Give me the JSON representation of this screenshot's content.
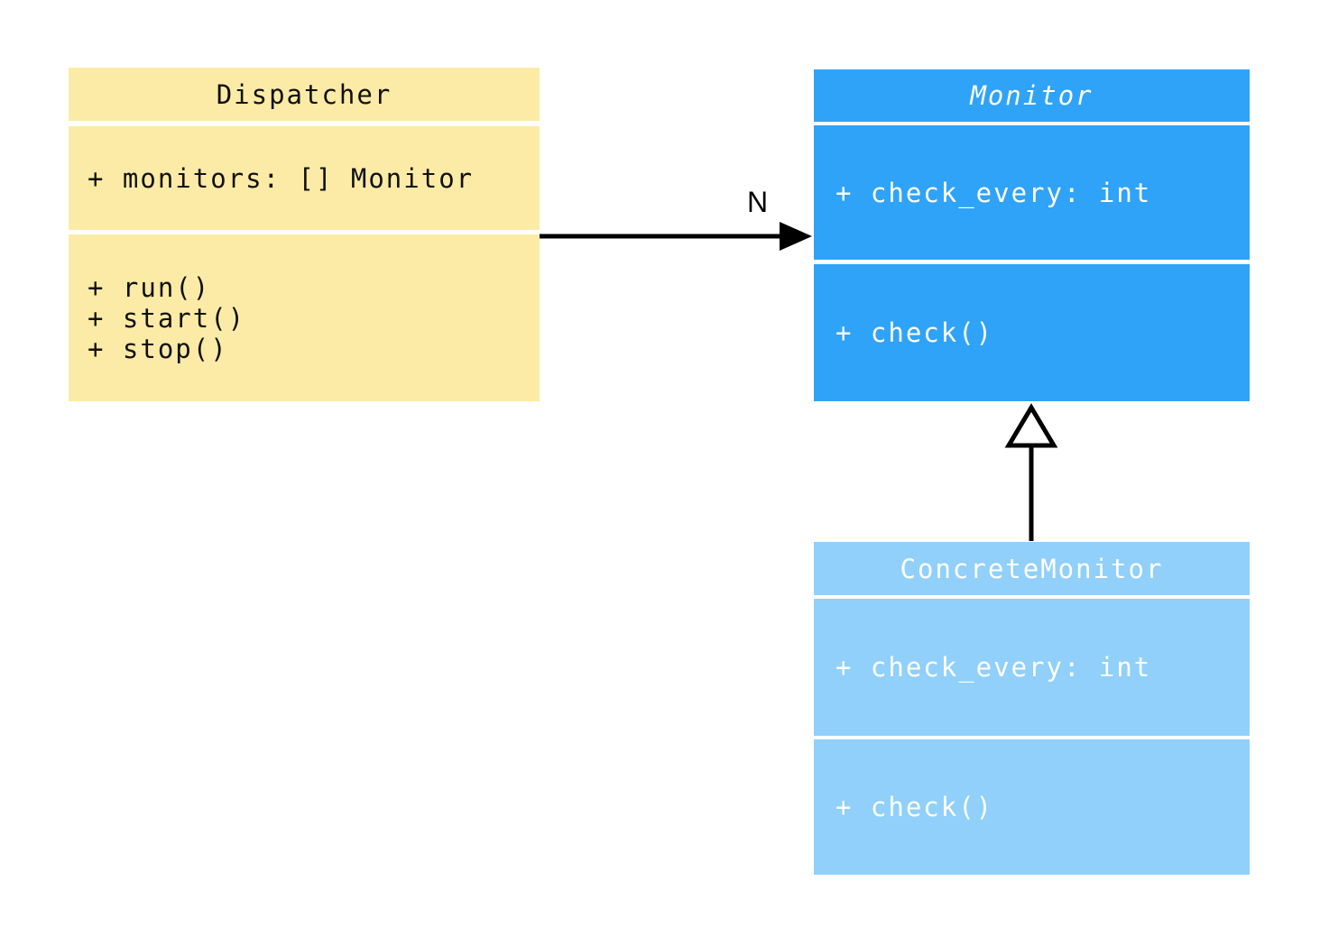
{
  "diagram": {
    "type": "uml-class-diagram",
    "background_color": "#ffffff",
    "classes": [
      {
        "name": "Dispatcher",
        "abstract": false,
        "fill": "#FCEBA6",
        "text_color": "#111111",
        "attributes": [
          "+ monitors: [] Monitor"
        ],
        "methods": [
          "+ run()",
          "+ start()",
          "+ stop()"
        ]
      },
      {
        "name": "Monitor",
        "abstract": true,
        "fill": "#2FA3F7",
        "text_color": "#ffffff",
        "attributes": [
          "+ check_every: int"
        ],
        "methods": [
          "+ check()"
        ]
      },
      {
        "name": "ConcreteMonitor",
        "abstract": false,
        "fill": "#90D0FA",
        "text_color": "#ffffff",
        "attributes": [
          "+ check_every: int"
        ],
        "methods": [
          "+ check()"
        ]
      }
    ],
    "relationships": [
      {
        "type": "association",
        "from": "Dispatcher",
        "to": "Monitor",
        "label": "N",
        "arrowhead": "filled-arrow",
        "line_color": "#000000"
      },
      {
        "type": "inheritance",
        "from": "ConcreteMonitor",
        "to": "Monitor",
        "label": "",
        "arrowhead": "hollow-triangle",
        "line_color": "#000000"
      }
    ]
  }
}
